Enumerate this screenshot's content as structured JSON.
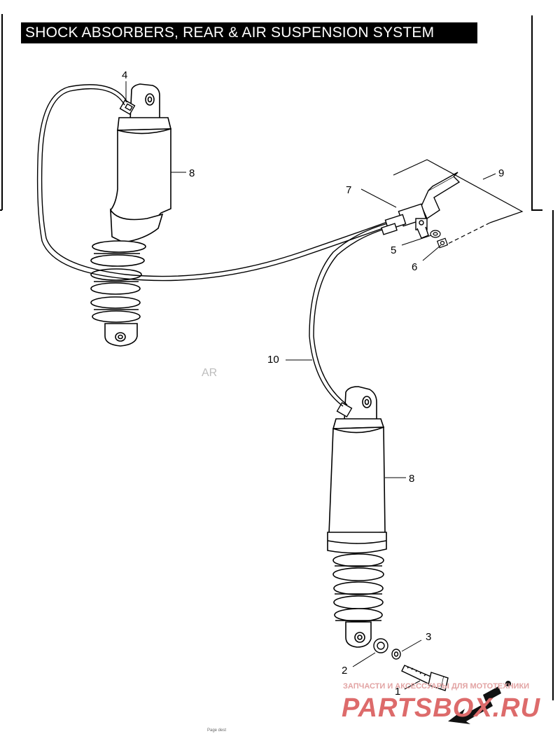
{
  "title": "SHOCK ABSORBERS, REAR & AIR SUSPENSION SYSTEM",
  "callouts": {
    "c1": "1",
    "c2": "2",
    "c3": "3",
    "c4": "4",
    "c5": "5",
    "c6": "6",
    "c7": "7",
    "c8a": "8",
    "c8b": "8",
    "c9": "9",
    "c10": "10"
  },
  "ghost_text": "AR",
  "watermark": {
    "caption": "ЗАПЧАСТИ И АКСЕССУАРЫ ДЛЯ МОТОТЕХНИКИ",
    "logo": "PARTSBOX.RU"
  },
  "footer_text": "Page dest"
}
